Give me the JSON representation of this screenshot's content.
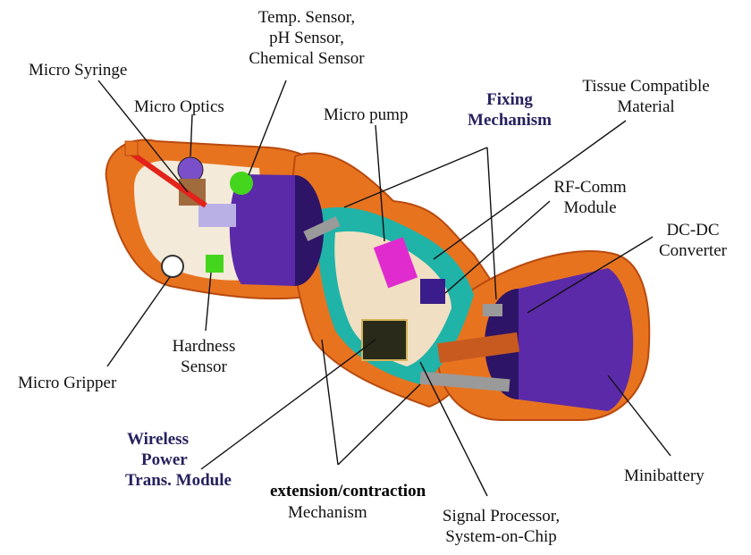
{
  "colors": {
    "shell_orange": "#e8731f",
    "shell_dark": "#b84a0f",
    "interior": "#f4ead9",
    "teal": "#20b3a8",
    "purple": "#5b2aa8",
    "purple_dark": "#2d1466",
    "magenta": "#e02ccf",
    "green": "#44d61c",
    "label_blue": "#26215e"
  },
  "labels": {
    "temp_sensor": [
      "Temp. Sensor,",
      "pH Sensor,",
      "Chemical Sensor"
    ],
    "micro_syringe": "Micro Syringe",
    "micro_optics": "Micro Optics",
    "micro_pump": "Micro pump",
    "fixing_mechanism": [
      "Fixing",
      "Mechanism"
    ],
    "tissue_material": [
      "Tissue Compatible",
      "Material"
    ],
    "rf_comm": [
      "RF-Comm",
      "Module"
    ],
    "dc_dc": [
      "DC-DC",
      "Converter"
    ],
    "hardness_sensor": [
      "Hardness",
      "Sensor"
    ],
    "micro_gripper": "Micro Gripper",
    "wireless_power": [
      "Wireless",
      "Power",
      "Trans. Module"
    ],
    "extension_contraction": "extension/contraction",
    "mechanism": "Mechanism",
    "signal_processor": [
      "Signal Processor,",
      "System-on-Chip"
    ],
    "minibattery": "Minibattery"
  }
}
